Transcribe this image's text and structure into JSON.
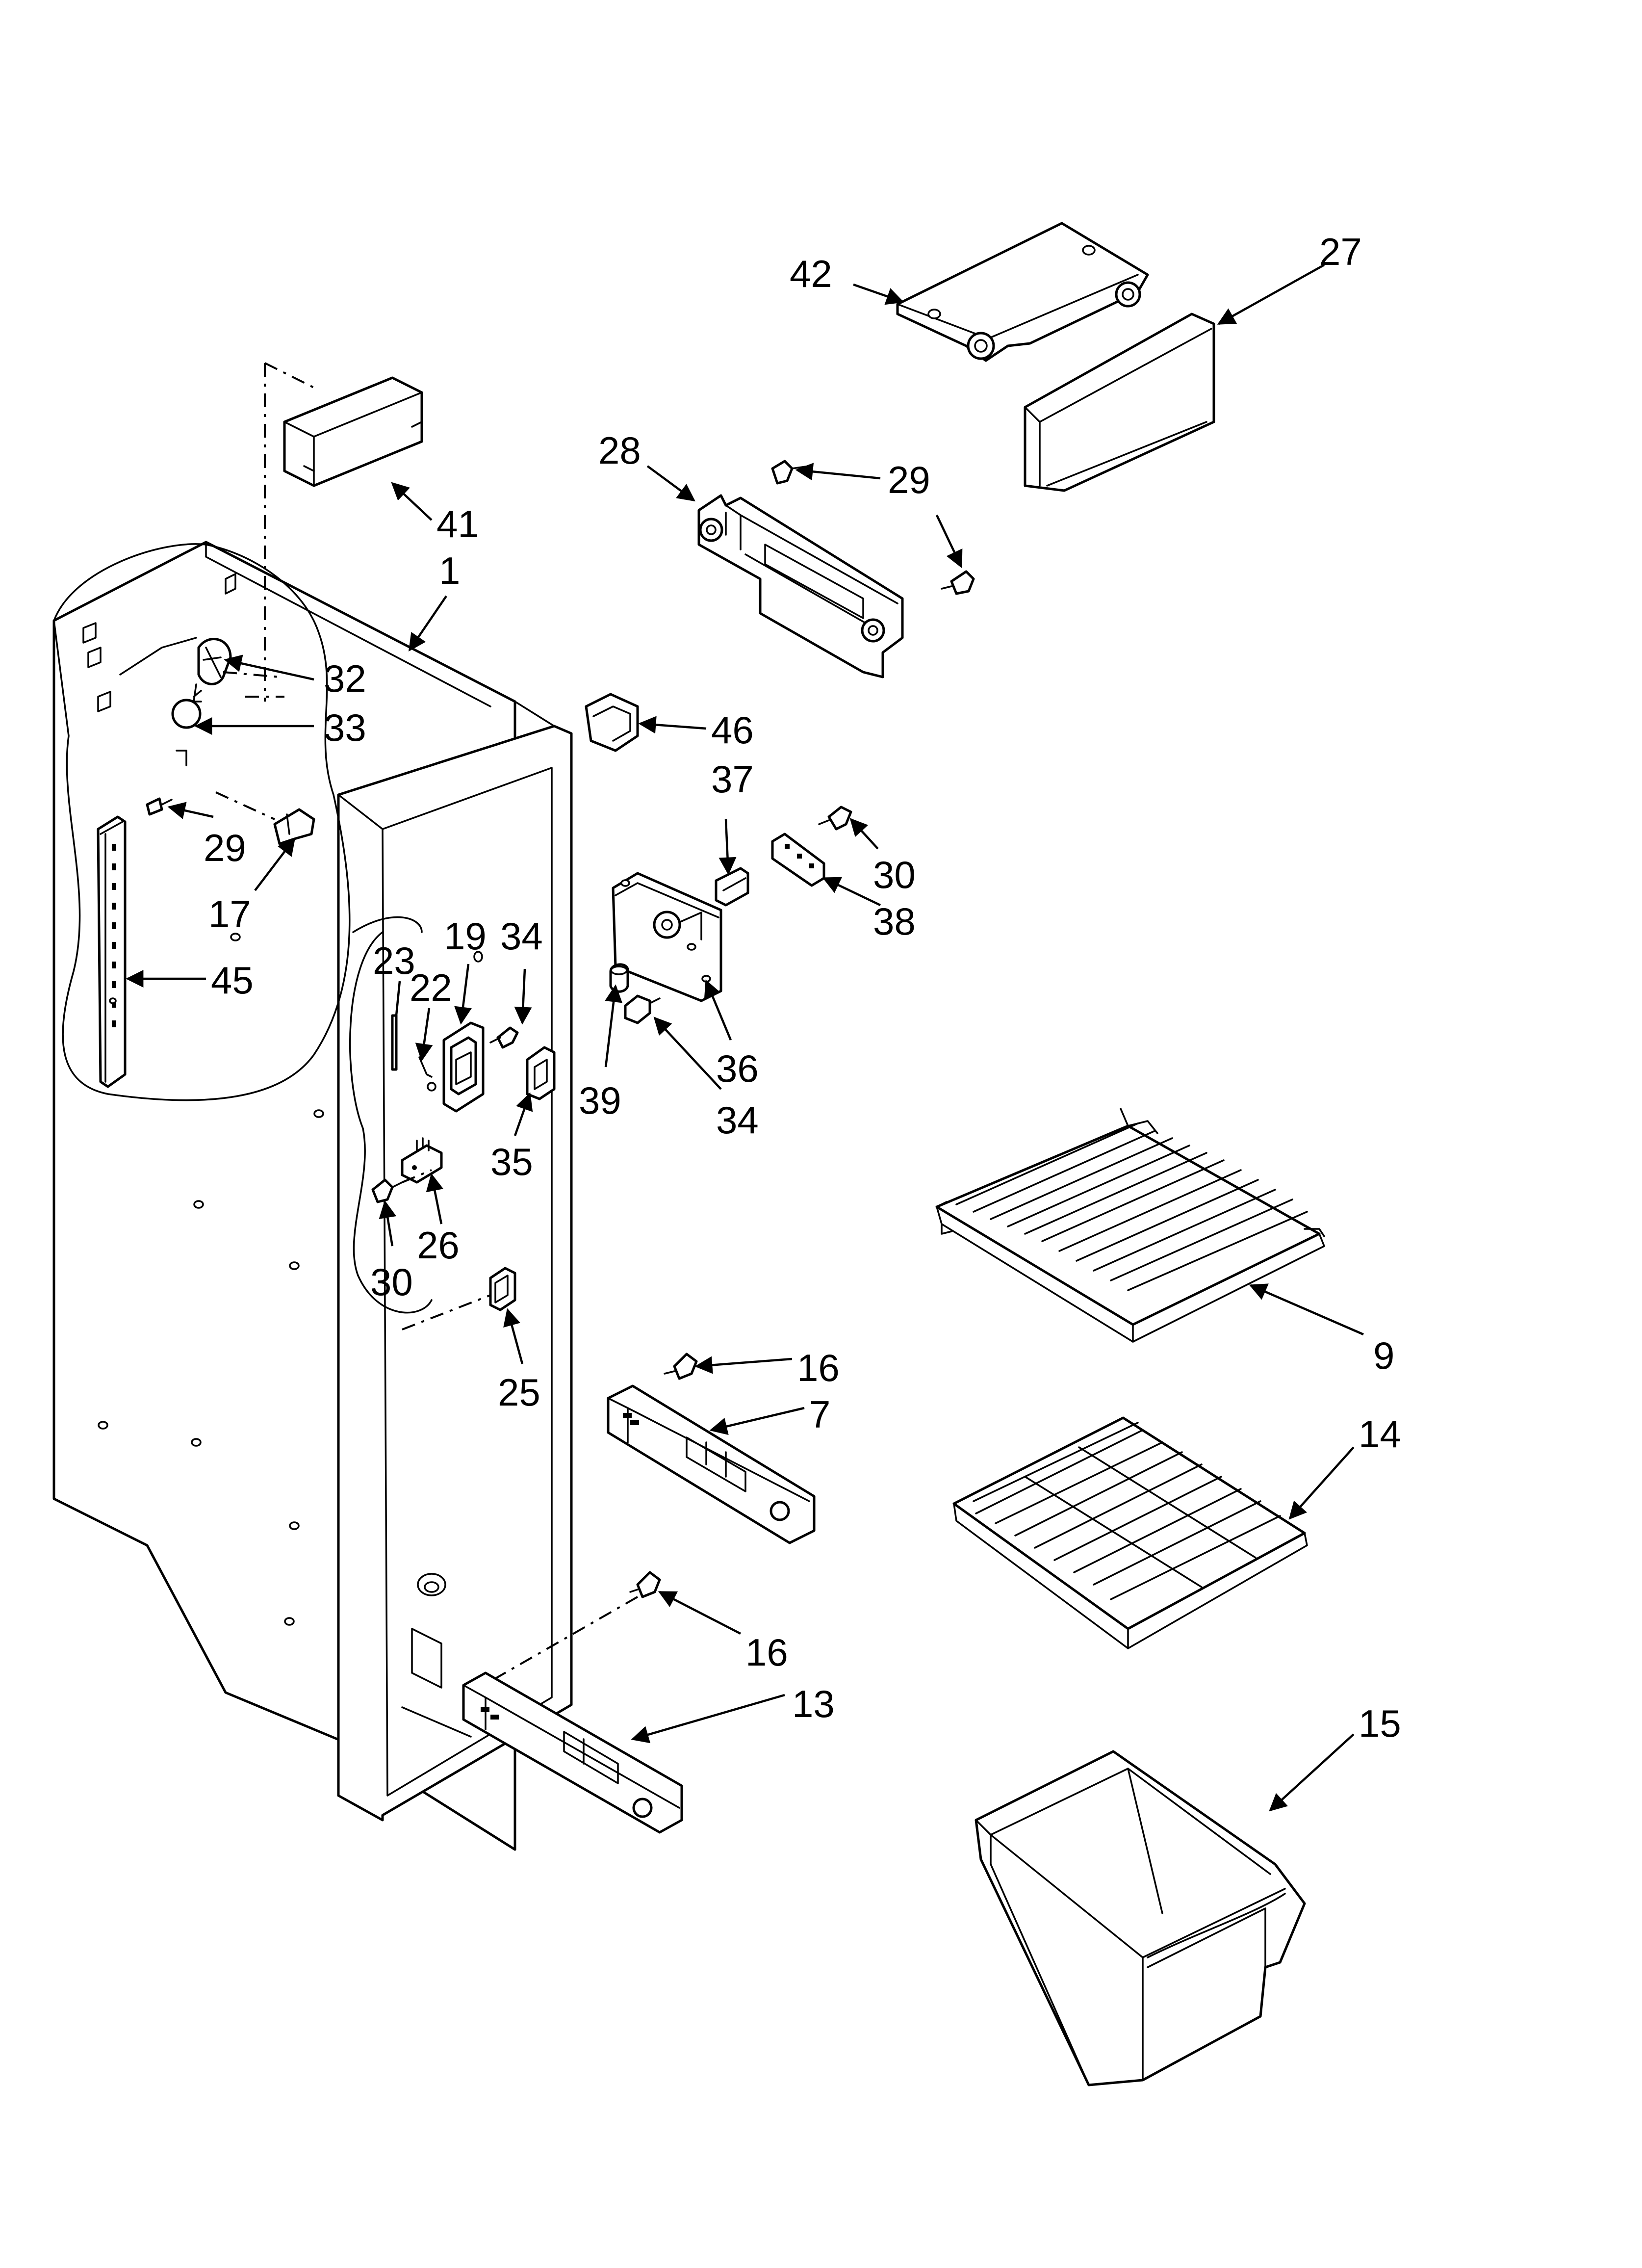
{
  "callouts": [
    {
      "id": "c42",
      "text": "42"
    },
    {
      "id": "c27",
      "text": "27"
    },
    {
      "id": "c28",
      "text": "28"
    },
    {
      "id": "c29a",
      "text": "29"
    },
    {
      "id": "c29b",
      "text": "29"
    },
    {
      "id": "c41",
      "text": "41"
    },
    {
      "id": "c1",
      "text": "1"
    },
    {
      "id": "c32",
      "text": "32"
    },
    {
      "id": "c33",
      "text": "33"
    },
    {
      "id": "c46",
      "text": "46"
    },
    {
      "id": "c37",
      "text": "37"
    },
    {
      "id": "c29c",
      "text": "29"
    },
    {
      "id": "c30a",
      "text": "30"
    },
    {
      "id": "c38",
      "text": "38"
    },
    {
      "id": "c17",
      "text": "17"
    },
    {
      "id": "c19",
      "text": "19"
    },
    {
      "id": "c34a",
      "text": "34"
    },
    {
      "id": "c23",
      "text": "23"
    },
    {
      "id": "c22",
      "text": "22"
    },
    {
      "id": "c45",
      "text": "45"
    },
    {
      "id": "c36",
      "text": "36"
    },
    {
      "id": "c39",
      "text": "39"
    },
    {
      "id": "c34b",
      "text": "34"
    },
    {
      "id": "c35",
      "text": "35"
    },
    {
      "id": "c26",
      "text": "26"
    },
    {
      "id": "c30b",
      "text": "30"
    },
    {
      "id": "c9",
      "text": "9"
    },
    {
      "id": "c25",
      "text": "25"
    },
    {
      "id": "c16a",
      "text": "16"
    },
    {
      "id": "c7",
      "text": "7"
    },
    {
      "id": "c14",
      "text": "14"
    },
    {
      "id": "c16b",
      "text": "16"
    },
    {
      "id": "c13",
      "text": "13"
    },
    {
      "id": "c15",
      "text": "15"
    }
  ]
}
